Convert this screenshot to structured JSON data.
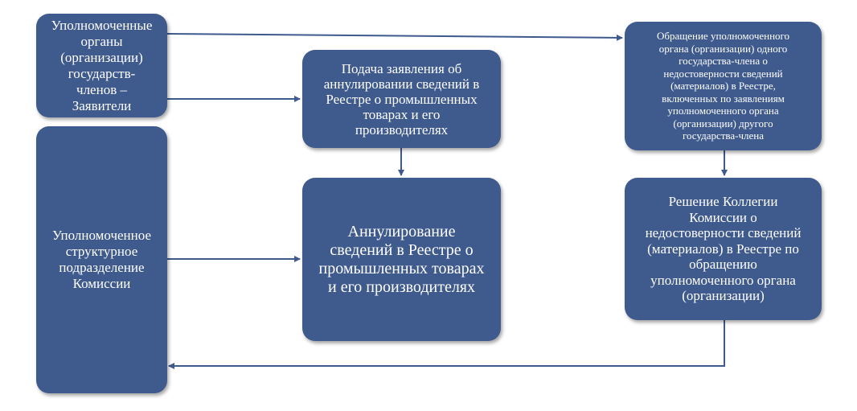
{
  "nodes": {
    "applicants": "Уполномоченные\nорганы\n(организации)\nгосударств-\nчленов –\nЗаявители",
    "commission_unit": "Уполномоченное\nструктурное\nподразделение\nКомиссии",
    "application": "Подача заявления об\nаннулировании сведений в\nРеестре о промышленных\nтоварах и его\nпроизводителях",
    "annulment": "Аннулирование\nсведений в Реестре о\nпромышленных товарах\nи его производителях",
    "appeal": "Обращение уполномоченного\nоргана (организации) одного\nгосударства-члена о\nнедостоверности сведений\n(материалов) в Реестре,\nвключенных по заявлениям\nуполномоченного органа\n(организации) другого\nгосударства-члена",
    "board_decision": "Решение Коллегии\nКомиссии о\nнедостоверности сведений\n(материалов) в Реестре по\nобращению\nуполномоченного органа\n(организации)"
  },
  "colors": {
    "box_fill": "#3f5a8c",
    "box_text": "#ffffff",
    "arrow": "#3f5a8c"
  }
}
